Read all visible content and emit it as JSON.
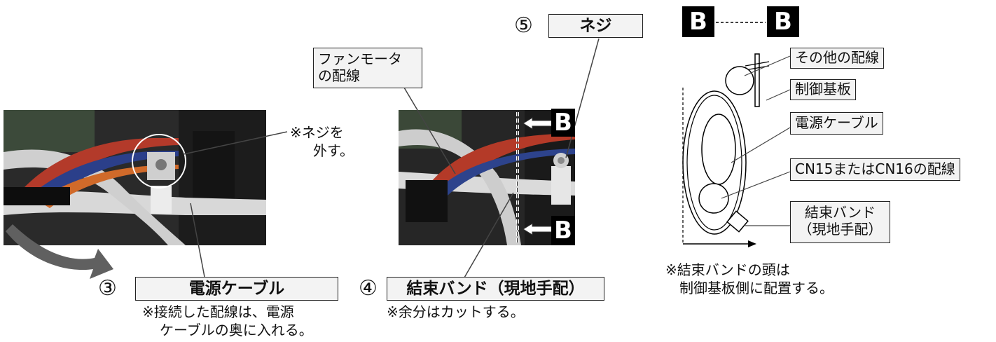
{
  "callouts": {
    "num3": "③",
    "num4": "④",
    "num5": "⑤",
    "power_cable_main": "電源ケーブル",
    "binding_band_main": "結束バンド（現地手配）",
    "screw": "ネジ",
    "fan_motor_line1": "ファンモータ",
    "fan_motor_line2": "の配線"
  },
  "notes": {
    "screw_remove_line1": "※ネジを",
    "screw_remove_line2": "外す。",
    "connected_wiring_line1": "※接続した配線は、電源",
    "connected_wiring_line2": "ケーブルの奥に入れる。",
    "cut_excess": "※余分はカットする。",
    "band_head_line1": "※結束バンドの頭は",
    "band_head_line2": "制御基板側に配置する。"
  },
  "section": {
    "b_left": "B",
    "b_right": "B",
    "photo_b_top": "B",
    "photo_b_bottom": "B"
  },
  "cross_section_labels": {
    "other_wiring": "その他の配線",
    "control_board": "制御基板",
    "power_cable": "電源ケーブル",
    "cn_wiring": "CN15またはCN16の配線",
    "band_line1": "結束バンド",
    "band_line2": "（現地手配）"
  }
}
